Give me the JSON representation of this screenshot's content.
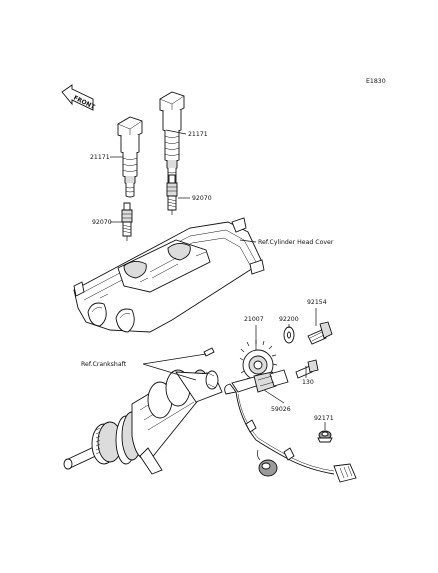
{
  "diagram_id": "E1830",
  "front_arrow_text": "FRONT",
  "colors": {
    "ink": "#111111",
    "paper": "#ffffff",
    "shade": "#dcdcdc",
    "dark": "#9a9a9a"
  },
  "parts": {
    "ignition_coil_right": "21171",
    "ignition_coil_left": "21171",
    "spark_plug_right": "92070",
    "spark_plug_left": "92070",
    "rotor": "21007",
    "washer": "92200",
    "bolt_rotor": "92154",
    "bolt_sensor": "130",
    "crankshaft_sensor": "59026",
    "clamp": "92171"
  },
  "references": {
    "cylinder_head_cover": "Ref.Cylinder Head Cover",
    "crankshaft": "Ref.Crankshaft"
  }
}
